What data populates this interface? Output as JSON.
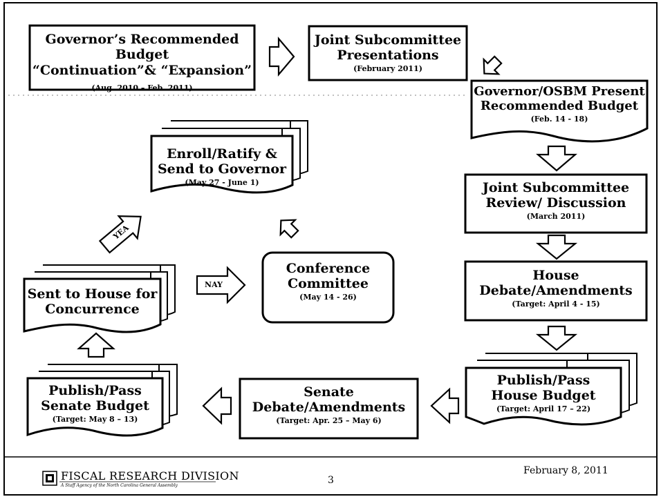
{
  "nodes": {
    "gov_budget": {
      "title_1": "Governor’s Recommended Budget",
      "title_2": "“Continuation”& “Expansion”",
      "date": "(Aug. 2010 – Feb. 2011)"
    },
    "joint_presentations": {
      "title_1": "Joint Subcommittee",
      "title_2": "Presentations",
      "date": "(February 2011)"
    },
    "osbm_present": {
      "title_1": "Governor/OSBM Present",
      "title_2": "Recommended Budget",
      "date": "(Feb. 14 - 18)"
    },
    "joint_review": {
      "title_1": "Joint Subcommittee",
      "title_2": "Review/ Discussion",
      "date": "(March 2011)"
    },
    "house_debate": {
      "title_1": "House",
      "title_2": "Debate/Amendments",
      "date": "(Target:  April 4 - 15)"
    },
    "house_budget": {
      "title_1": "Publish/Pass",
      "title_2": "House Budget",
      "date": "(Target:  April 17 – 22)"
    },
    "senate_debate": {
      "title_1": "Senate",
      "title_2": "Debate/Amendments",
      "date": "(Target:  Apr. 25 – May 6)"
    },
    "senate_budget": {
      "title_1": "Publish/Pass",
      "title_2": "Senate Budget",
      "date": "(Target:  May 8 – 13)"
    },
    "concurrence": {
      "title_1": "Sent to House for",
      "title_2": "Concurrence"
    },
    "conference": {
      "title_1": "Conference",
      "title_2": "Committee",
      "date": "(May 14 - 26)"
    },
    "enroll": {
      "title_1": "Enroll/Ratify &",
      "title_2": "Send to Governor",
      "date": "(May 27 - June 1)"
    }
  },
  "arrows": {
    "yea_label": "YEA",
    "nay_label": "NAY"
  },
  "footer": {
    "logo_title": "FISCAL RESEARCH DIVISION",
    "logo_subtitle": "A Staff Agency of the North Carolina General Assembly",
    "page_number": "3",
    "date": "February 8, 2011"
  }
}
